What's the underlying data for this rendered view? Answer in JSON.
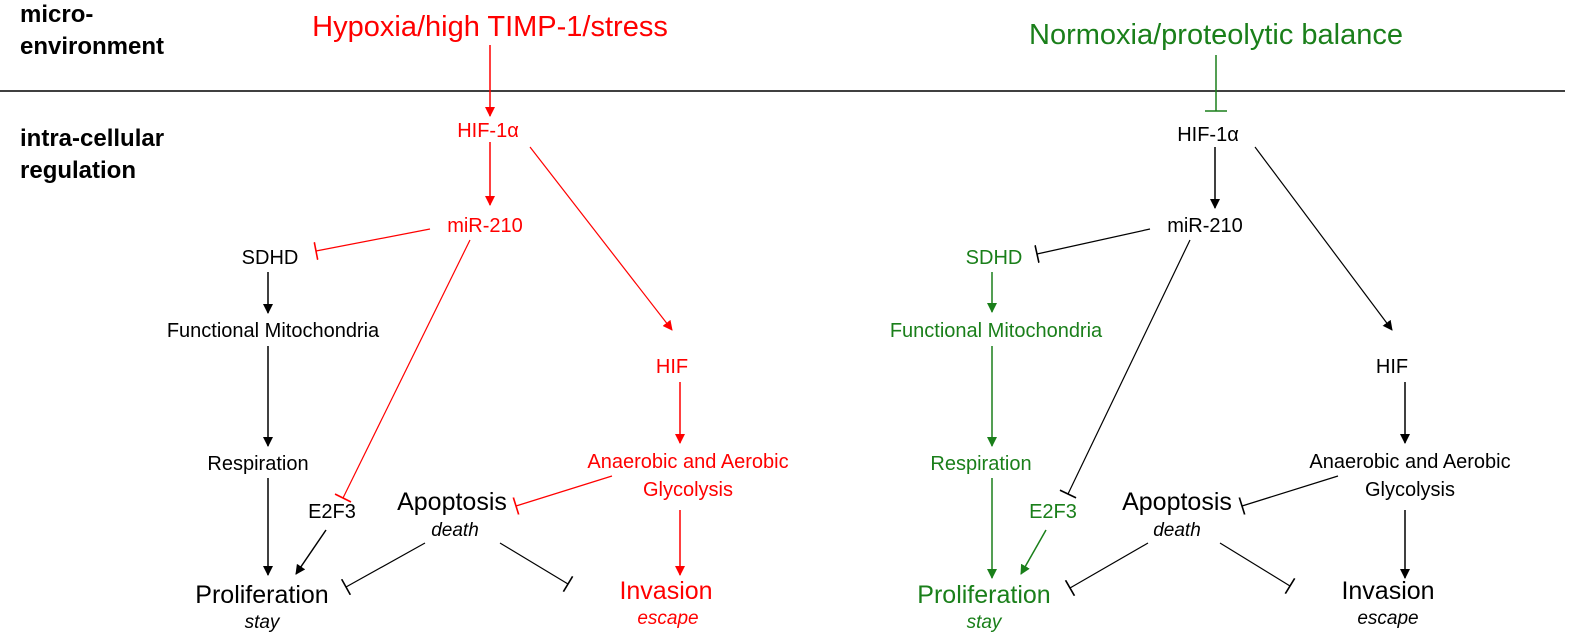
{
  "colors": {
    "red": "#ff0000",
    "green": "#1a7f1a",
    "black": "#000000"
  },
  "row_labels": {
    "micro_1": "micro-",
    "micro_2": "environment",
    "intra_1": "intra-cellular",
    "intra_2": "regulation"
  },
  "left": {
    "env": "Hypoxia/high TIMP-1/stress",
    "hif1a": "HIF-1α",
    "mir210": "miR-210",
    "sdhd": "SDHD",
    "mito": "Functional Mitochondria",
    "resp": "Respiration",
    "e2f3": "E2F3",
    "prolif": "Proliferation",
    "prolif_sub": "stay",
    "apop": "Apoptosis",
    "apop_sub": "death",
    "hif": "HIF",
    "glyc_1": "Anaerobic and Aerobic",
    "glyc_2": "Glycolysis",
    "inv": "Invasion",
    "inv_sub": "escape"
  },
  "right": {
    "env": "Normoxia/proteolytic balance",
    "hif1a": "HIF-1α",
    "mir210": "miR-210",
    "sdhd": "SDHD",
    "mito": "Functional Mitochondria",
    "resp": "Respiration",
    "e2f3": "E2F3",
    "prolif": "Proliferation",
    "prolif_sub": "stay",
    "apop": "Apoptosis",
    "apop_sub": "death",
    "hif": "HIF",
    "glyc_1": "Anaerobic and Aerobic",
    "glyc_2": "Glycolysis",
    "inv": "Invasion",
    "inv_sub": "escape"
  }
}
